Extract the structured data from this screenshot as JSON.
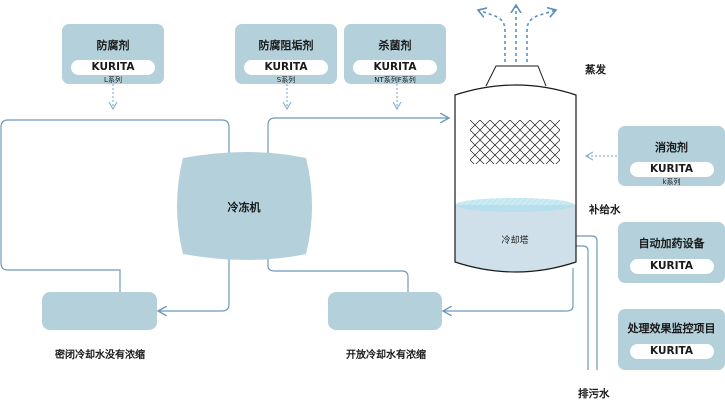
{
  "chemicals": {
    "anticorrosion": {
      "title": "防腐剂",
      "brand": "KURITA",
      "series": "L系列"
    },
    "anticorrosion_scale": {
      "title": "防腐阻垢剂",
      "brand": "KURITA",
      "series": "S系列"
    },
    "biocide": {
      "title": "杀菌剂",
      "brand": "KURITA",
      "series": "NT系列F系列"
    },
    "defoamer": {
      "title": "消泡剂",
      "brand": "KURITA",
      "series": "k系列"
    },
    "auto_dosing": {
      "title": "自动加药设备",
      "brand": "KURITA"
    },
    "monitoring": {
      "title": "处理效果监控项目",
      "brand": "KURITA"
    }
  },
  "equipment": {
    "chiller": "冷冻机",
    "cooling_tower": "冷却塔"
  },
  "labels": {
    "evaporation": "蒸发",
    "makeup_water": "补给水",
    "blowdown": "排污水",
    "closed_loop": "密闭冷却水没有浓缩",
    "open_loop": "开放冷却水有浓缩"
  },
  "colors": {
    "box_fill": "#b3d0db",
    "flow_line": "#6e99ba",
    "dose_arrow": "#8ab4cf",
    "evap_arrow": "#5b8fc0",
    "tower_water": "#cfe0ea",
    "water_surface": "#9fd8e8"
  }
}
